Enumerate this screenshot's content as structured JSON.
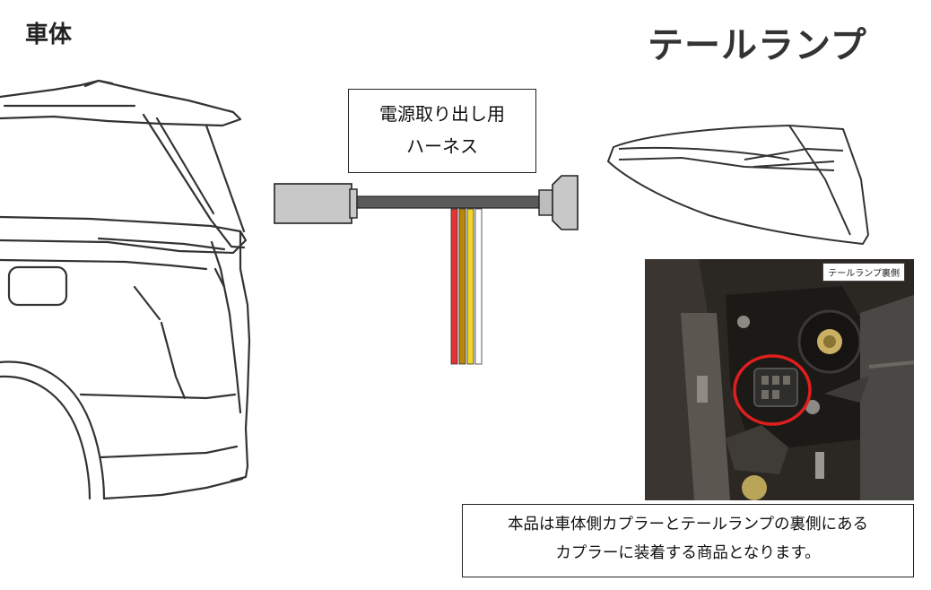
{
  "headings": {
    "vehicle": "車体",
    "tail_lamp": "テールランプ"
  },
  "harness_label": {
    "line1": "電源取り出し用",
    "line2": "ハーネス"
  },
  "photo": {
    "label": "テールランプ裏側",
    "highlight_color": "#e01e1e"
  },
  "note": {
    "line1": "本品は車体側カプラーとテールランプの裏側にある",
    "line2": "カプラーに装着する商品となります。"
  },
  "wire_colors": [
    "#e53232",
    "#b8860b",
    "#f2d52a",
    "#ffffff"
  ]
}
